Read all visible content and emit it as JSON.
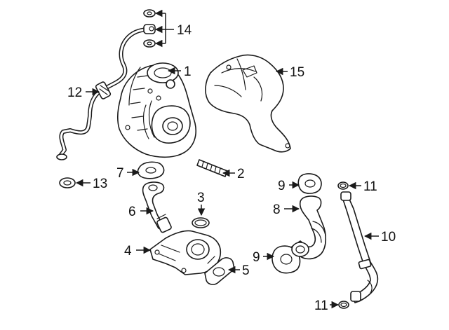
{
  "callouts": {
    "c1": "1",
    "c2": "2",
    "c3": "3",
    "c4": "4",
    "c5": "5",
    "c6": "6",
    "c7": "7",
    "c8": "8",
    "c9a": "9",
    "c9b": "9",
    "c10": "10",
    "c11a": "11",
    "c11b": "11",
    "c12": "12",
    "c13": "13",
    "c14": "14",
    "c15": "15"
  },
  "colors": {
    "line": "#1a1a1a",
    "background": "#ffffff"
  }
}
